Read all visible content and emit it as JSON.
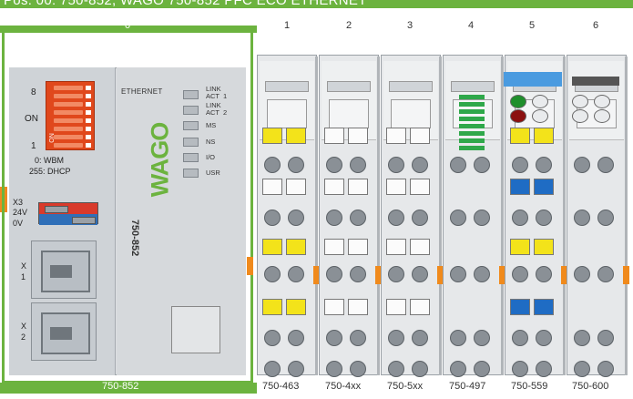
{
  "header": {
    "title": "Pos: 00: 750-852, WAGO 750-852 PFC ECO ETHERNET"
  },
  "slots": [
    "0",
    "1",
    "2",
    "3",
    "4",
    "5",
    "6"
  ],
  "controller": {
    "model_bottom": "750-852",
    "model_vertical": "750-852",
    "brand": "WAGO",
    "ethernet_label": "ETHERNET",
    "dip_labels": {
      "top": "8",
      "on": "ON",
      "bottom": "1",
      "tag": "ON"
    },
    "mode_text": [
      "0:  WBM",
      "255:  DHCP"
    ],
    "power": {
      "x_label": "X3",
      "v24": "24V",
      "v0": "0V"
    },
    "ports": [
      {
        "label": "X\n1"
      },
      {
        "label": "X\n2"
      }
    ],
    "leds": [
      {
        "label": "LINK\nACT  1"
      },
      {
        "label": "LINK\nACT  2"
      },
      {
        "label": "MS"
      },
      {
        "label": "NS"
      },
      {
        "label": "I/O"
      },
      {
        "label": "USR"
      }
    ]
  },
  "modules": [
    {
      "name": "750-463",
      "pins": [
        "yellow",
        "yellow",
        "white",
        "white",
        "yellow",
        "yellow",
        "yellow",
        "yellow"
      ]
    },
    {
      "name": "750-4xx",
      "pins": [
        "white",
        "white",
        "white",
        "white",
        "white",
        "white",
        "white",
        "white"
      ]
    },
    {
      "name": "750-5xx",
      "pins": [
        "white",
        "white",
        "white",
        "white",
        "white",
        "white",
        "white",
        "white"
      ]
    },
    {
      "name": "750-497",
      "pins": []
    },
    {
      "name": "750-559",
      "pins": [
        "yellow",
        "yellow",
        "blue",
        "blue",
        "yellow",
        "yellow",
        "blue",
        "blue"
      ]
    },
    {
      "name": "750-600",
      "pins": []
    }
  ],
  "colors": {
    "accent": "#6cb33f",
    "dip": "#e0481c",
    "pin_yellow": "#f3e31a",
    "pin_blue": "#1f6cc4",
    "power_red": "#d93a2b",
    "power_blue": "#2f6fb8",
    "led_green": "#1f8f2c",
    "led_red": "#8b1010",
    "orange": "#f08a1c"
  }
}
